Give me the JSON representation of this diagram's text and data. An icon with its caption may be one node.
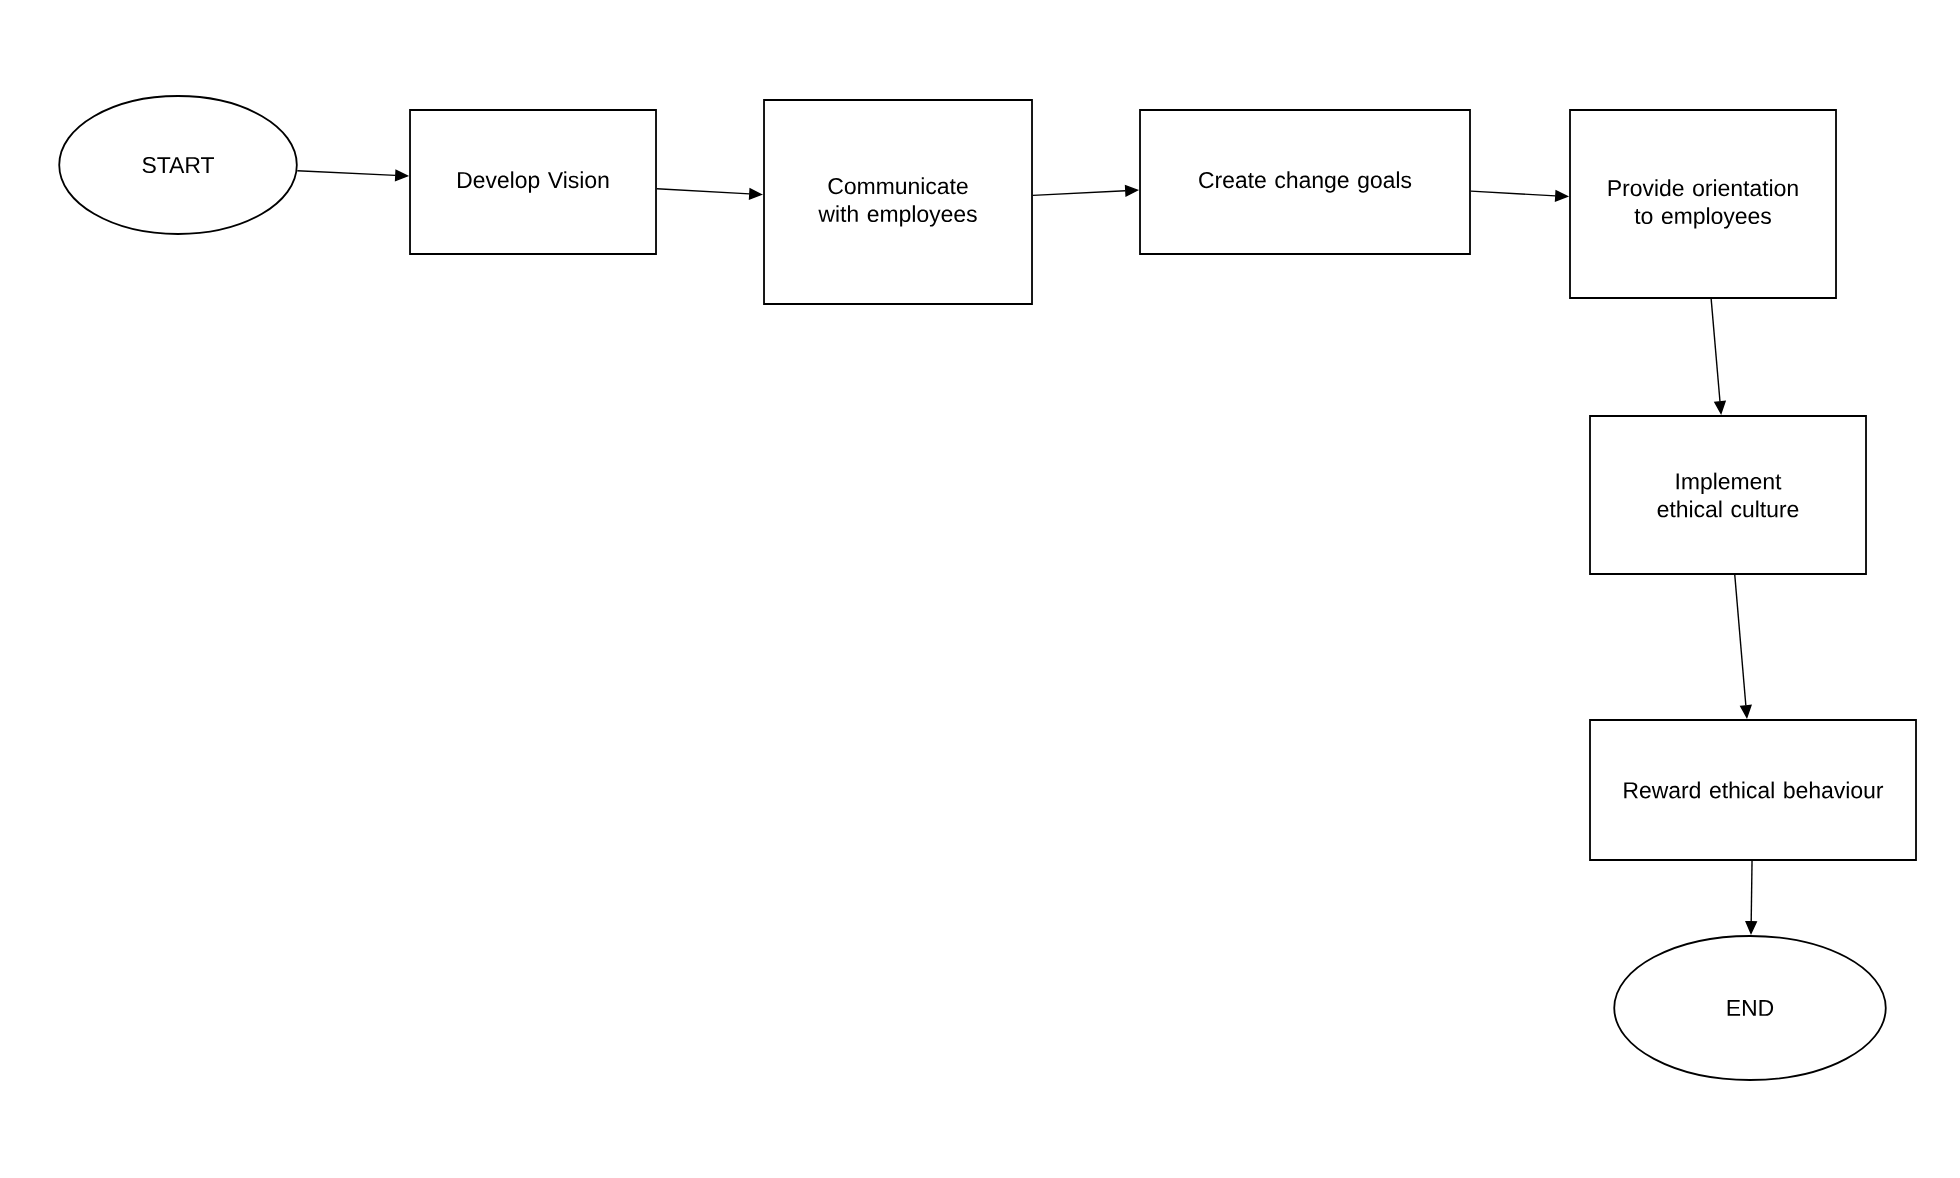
{
  "diagram": {
    "nodes": [
      {
        "text": [
          "START"
        ]
      },
      {
        "text": [
          "Develop Vision"
        ]
      },
      {
        "text": [
          "Communicate with employees"
        ]
      },
      {
        "text": [
          "Create change goals"
        ]
      },
      {
        "text": [
          "Provide orientation to employees"
        ]
      },
      {
        "text": [
          "Implement ethical culture"
        ]
      },
      {
        "text": [
          "Reward ethical behaviour"
        ]
      },
      {
        "text": [
          "END"
        ]
      }
    ],
    "edges": [
      {
        "from": 0,
        "to": 1,
        "arrow": "to"
      },
      {
        "from": 1,
        "to": 2,
        "arrow": "to"
      },
      {
        "from": 2,
        "to": 3,
        "arrow": "to"
      },
      {
        "from": 3,
        "to": 4,
        "arrow": "to"
      },
      {
        "from": 4,
        "to": 5,
        "arrow": "to"
      },
      {
        "from": 5,
        "to": 6,
        "arrow": "to"
      },
      {
        "from": 6,
        "to": 7,
        "arrow": "to"
      }
    ]
  }
}
